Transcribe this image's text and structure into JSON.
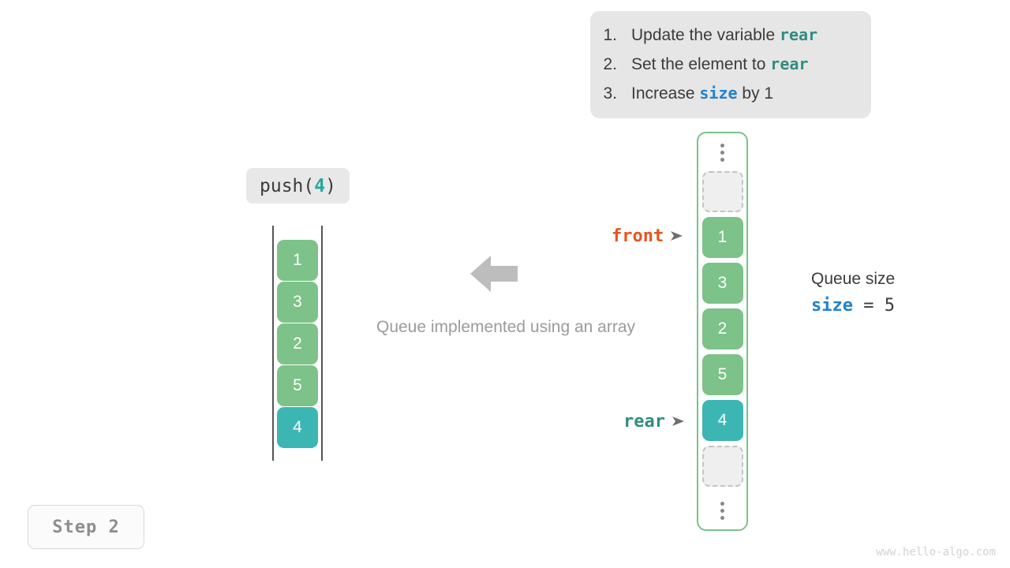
{
  "instructions": {
    "steps": [
      {
        "num": "1.",
        "pre": "Update the variable ",
        "code": "rear",
        "code_color": "teal",
        "post": ""
      },
      {
        "num": "2.",
        "pre": "Set the element to ",
        "code": "rear",
        "code_color": "teal",
        "post": ""
      },
      {
        "num": "3.",
        "pre": "Increase ",
        "code": "size",
        "code_color": "blue",
        "post": " by 1"
      }
    ]
  },
  "operation": {
    "name": "push(",
    "arg": "4",
    "close": ")"
  },
  "left_queue": {
    "cells": [
      {
        "value": "1",
        "color": "green"
      },
      {
        "value": "3",
        "color": "green"
      },
      {
        "value": "2",
        "color": "green"
      },
      {
        "value": "5",
        "color": "green"
      },
      {
        "value": "4",
        "color": "teal"
      }
    ]
  },
  "caption": "Queue implemented using an array",
  "array": {
    "top_ellipsis": "vertical-ellipsis",
    "bottom_ellipsis": "vertical-ellipsis",
    "cells": [
      {
        "value": "",
        "color": "empty"
      },
      {
        "value": "1",
        "color": "green"
      },
      {
        "value": "3",
        "color": "green"
      },
      {
        "value": "2",
        "color": "green"
      },
      {
        "value": "5",
        "color": "green"
      },
      {
        "value": "4",
        "color": "teal"
      },
      {
        "value": "",
        "color": "empty"
      }
    ]
  },
  "pointers": {
    "front": "front",
    "rear": "rear"
  },
  "size_info": {
    "title": "Queue size",
    "var": "size",
    "equals": " = ",
    "value": "5"
  },
  "step_badge": "Step 2",
  "watermark": "www.hello-algo.com",
  "colors": {
    "green": "#7cc289",
    "teal": "#3cb6b3",
    "front_orange": "#e8541e",
    "rear_teal": "#2f8d7e",
    "size_blue": "#1f82d0",
    "container_border": "#79c38b",
    "card_bg": "#e6e6e6",
    "arrow_gray": "#bdbdbd"
  }
}
